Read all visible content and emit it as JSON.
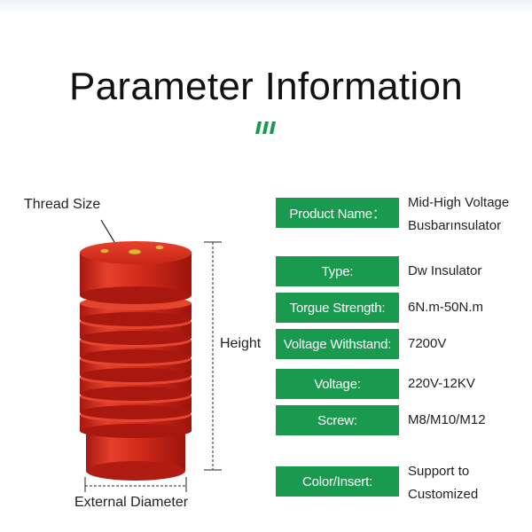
{
  "header": {
    "title": "Parameter Information",
    "accent_color": "#1a9a4e"
  },
  "diagram": {
    "thread_size_label": "Thread Size",
    "height_label": "Height",
    "external_diameter_label": "External Diameter",
    "insulator_color": "#d0281c",
    "insert_color": "#e8b23a"
  },
  "params": [
    {
      "key": "Product Name：",
      "value_lines": [
        "Mid-High Voltage",
        "Busbarınsulator"
      ]
    },
    {
      "key": "Type:",
      "value_lines": [
        "Dw Insulator"
      ]
    },
    {
      "key": "Torgue Strength:",
      "value_lines": [
        "6N.m-50N.m"
      ]
    },
    {
      "key": "Voltage Withstand:",
      "value_lines": [
        "7200V"
      ]
    },
    {
      "key": "Voltage:",
      "value_lines": [
        "220V-12KV"
      ]
    },
    {
      "key": "Screw:",
      "value_lines": [
        "M8/M10/M12"
      ]
    },
    {
      "key": "Color/Insert:",
      "value_lines": [
        "Support to",
        "Customized"
      ]
    }
  ]
}
